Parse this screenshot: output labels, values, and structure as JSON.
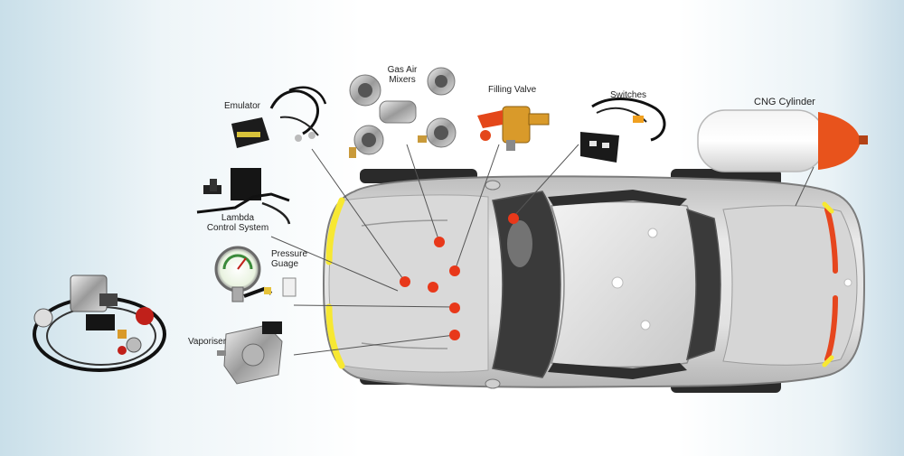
{
  "diagram": {
    "components": [
      {
        "id": "emulator",
        "label": "Emulator"
      },
      {
        "id": "gas-air-mixers",
        "label": "Gas Air\nMixers"
      },
      {
        "id": "filling-valve",
        "label": "Filling Valve"
      },
      {
        "id": "switches",
        "label": "Switches"
      },
      {
        "id": "cng-cylinder",
        "label": "CNG Cylinder"
      },
      {
        "id": "lambda",
        "label": "Lambda\nControl System"
      },
      {
        "id": "pressure-gauge",
        "label": "Pressure\nGuage"
      },
      {
        "id": "vaporiser",
        "label": "Vaporiser"
      }
    ]
  },
  "colors": {
    "marker": "#e8381a",
    "car_body": "#d4d4d4",
    "car_shadow": "#8f8f8f",
    "light_yellow": "#f7e832",
    "light_red": "#e6461e",
    "cylinder_cap": "#e8531c",
    "leader_line": "#555555"
  }
}
